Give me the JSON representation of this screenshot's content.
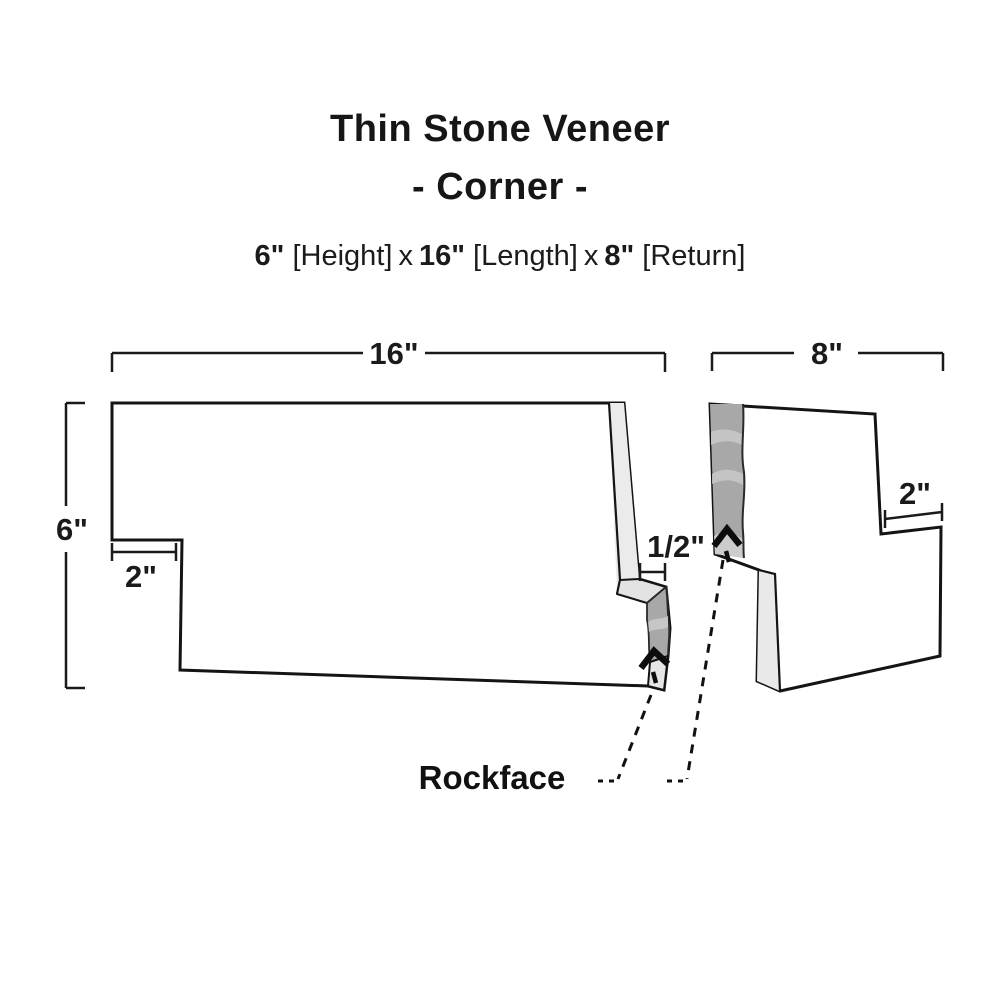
{
  "title": {
    "line1": "Thin Stone Veneer",
    "line2": "- Corner -"
  },
  "subtitle": {
    "height_value": "6\"",
    "height_unit": "[Height]",
    "times1": "x",
    "length_value": "16\"",
    "length_unit": "[Length]",
    "times2": "x",
    "return_value": "8\"",
    "return_unit": "[Return]"
  },
  "diagram": {
    "dims": {
      "length": "16\"",
      "return_depth": "8\"",
      "height": "6\"",
      "notch_left": "2\"",
      "step": "1/2\"",
      "notch_right": "2\""
    },
    "rockface_label": "Rockface",
    "colors": {
      "outline": "#141414",
      "smooth_cut": "#ebebeb",
      "ledge": "#e3e3e3",
      "rockface_fill": "#a8a8a8",
      "rockface_highlight": "#c9c9c9",
      "text": "#1a1a1a",
      "background": "#ffffff"
    }
  }
}
